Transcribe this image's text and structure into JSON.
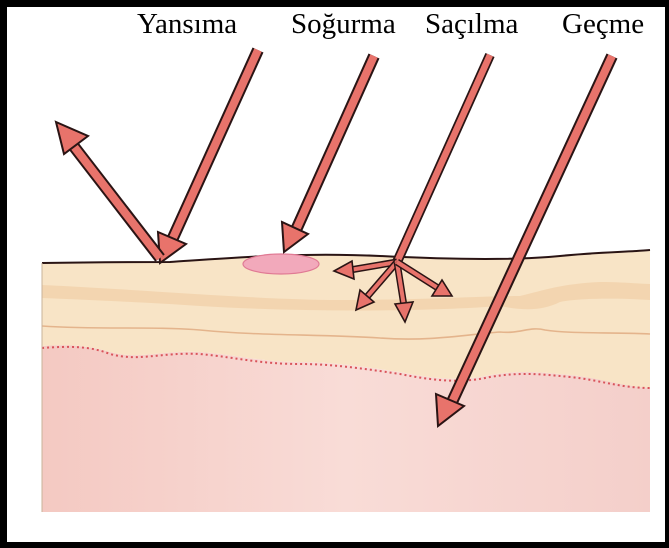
{
  "labels": {
    "reflection": "Yansıma",
    "absorption": "Soğurma",
    "scattering": "Saçılma",
    "transmission": "Geçme"
  },
  "colors": {
    "arrow_fill": "#e8736b",
    "arrow_stroke": "#2a1414",
    "epidermis": "#f7e2c4",
    "dermis": "#f6d2cc",
    "dermis_band": "#f2b8b0",
    "dotted_line": "#d9535a",
    "absorption_spot": "#f2a2b4"
  }
}
